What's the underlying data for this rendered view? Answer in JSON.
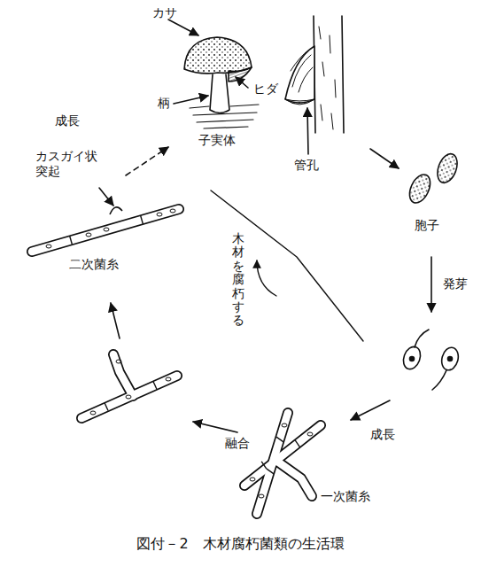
{
  "diagram": {
    "caption": "図付－2　木材腐朽菌類の生活環",
    "labels": [
      "カサ",
      "ヒダ",
      "柄",
      "子実体",
      "管孔",
      "胞子",
      "発芽",
      "成長",
      "一次菌糸",
      "融合",
      "二次菌糸",
      "カスガイ状 突起",
      "成長",
      "木材を腐朽する"
    ]
  }
}
